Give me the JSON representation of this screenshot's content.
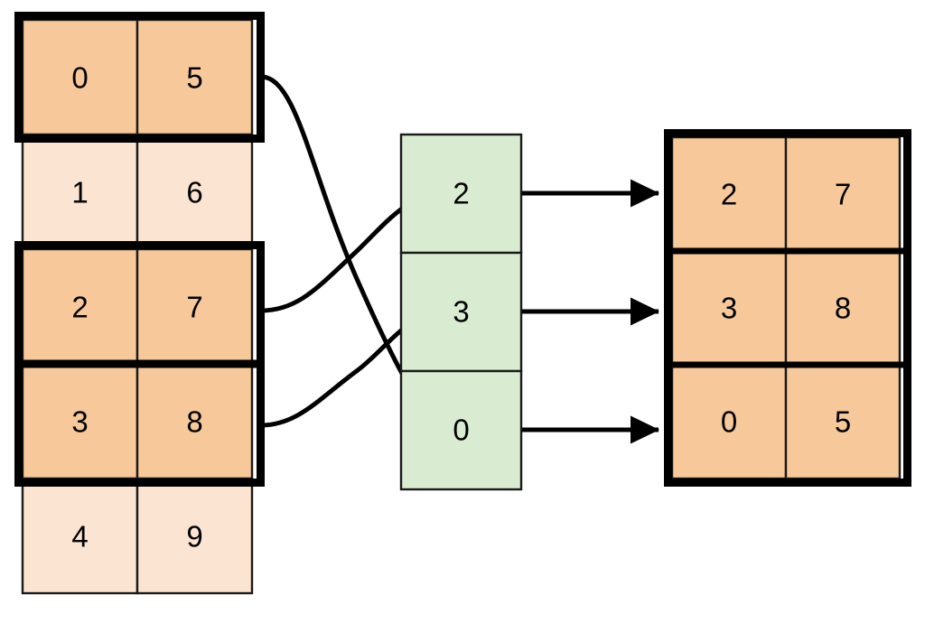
{
  "diagram": {
    "title": "array-indexing-selection-diagram",
    "colors": {
      "fill_selected": "#f7c99a",
      "fill_unselected": "#fbe5d2",
      "fill_index": "#d9ebd1",
      "border": "#1a1a1a",
      "highlight": "#000000",
      "background": "#ffffff"
    },
    "source_table": {
      "name": "source-array",
      "columns": 2,
      "rows": [
        {
          "index": 0,
          "values": [
            "0",
            "5"
          ],
          "selected": true
        },
        {
          "index": 1,
          "values": [
            "1",
            "6"
          ],
          "selected": false
        },
        {
          "index": 2,
          "values": [
            "2",
            "7"
          ],
          "selected": true
        },
        {
          "index": 3,
          "values": [
            "3",
            "8"
          ],
          "selected": true
        },
        {
          "index": 4,
          "values": [
            "4",
            "9"
          ],
          "selected": false
        }
      ]
    },
    "index_table": {
      "name": "index-array",
      "columns": 1,
      "rows": [
        {
          "value": "2"
        },
        {
          "value": "3"
        },
        {
          "value": "0"
        }
      ]
    },
    "result_table": {
      "name": "result-array",
      "columns": 2,
      "rows": [
        {
          "values": [
            "2",
            "7"
          ],
          "selected": true
        },
        {
          "values": [
            "3",
            "8"
          ],
          "selected": true
        },
        {
          "values": [
            "0",
            "5"
          ],
          "selected": true
        }
      ]
    },
    "connectors": [
      {
        "name": "connector-source-row0-to-index-row2",
        "from_row": 0,
        "to_index_slot": 2
      },
      {
        "name": "connector-source-row2-to-index-row0",
        "from_row": 2,
        "to_index_slot": 0
      },
      {
        "name": "connector-source-row3-to-index-row1",
        "from_row": 3,
        "to_index_slot": 1
      }
    ],
    "arrows": [
      {
        "name": "arrow-index-row0-to-result-row0",
        "from_index_slot": 0,
        "to_result_row": 0
      },
      {
        "name": "arrow-index-row1-to-result-row1",
        "from_index_slot": 1,
        "to_result_row": 1
      },
      {
        "name": "arrow-index-row2-to-result-row2",
        "from_index_slot": 2,
        "to_result_row": 2
      }
    ]
  }
}
